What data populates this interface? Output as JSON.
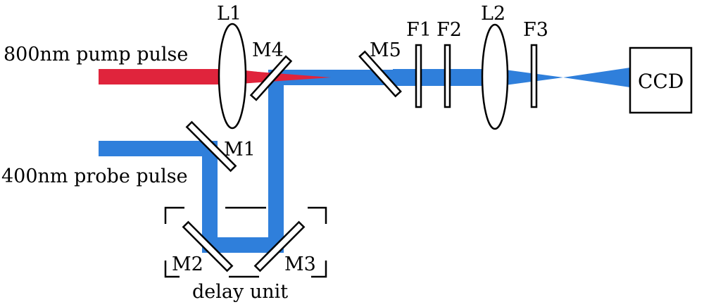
{
  "colors": {
    "pump": "#E0243C",
    "probe": "#2F7FDB",
    "outline": "#000000",
    "background": "#FFFFFF"
  },
  "labels": {
    "pump": "800nm pump pulse",
    "probe": "400nm probe pulse",
    "lens1": "L1",
    "lens2": "L2",
    "mirror1": "M1",
    "mirror2": "M2",
    "mirror3": "M3",
    "mirror4": "M4",
    "mirror5": "M5",
    "filter1": "F1",
    "filter2": "F2",
    "filter3": "F3",
    "detector": "CCD",
    "delay": "delay unit"
  }
}
